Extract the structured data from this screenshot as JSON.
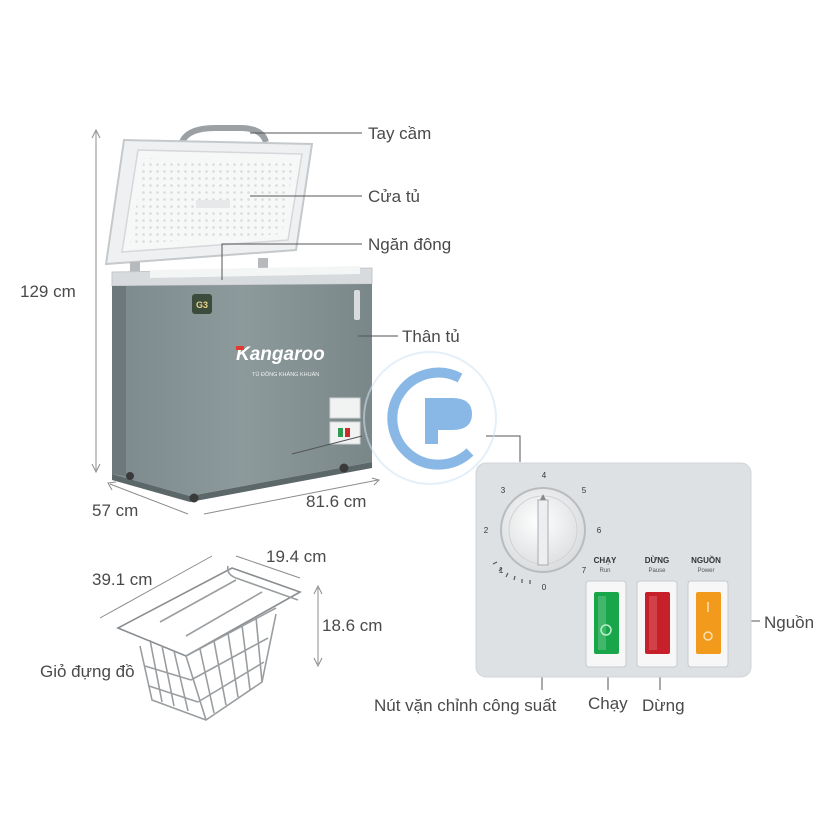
{
  "freezer": {
    "brand": "Kangaroo",
    "brand_subtitle": "TỦ ĐÔNG KHÁNG KHUẨN",
    "badge": "G3",
    "dimensions": {
      "height": "129 cm",
      "depth": "57 cm",
      "width": "81.6 cm"
    }
  },
  "callouts": {
    "handle": "Tay cầm",
    "door": "Cửa tủ",
    "compartment": "Ngăn đông",
    "body": "Thân tủ",
    "power": "Nguồn",
    "knob": "Nút vặn chỉnh công suất",
    "run": "Chạy",
    "stop": "Dừng"
  },
  "basket": {
    "label": "Giỏ đựng đồ",
    "length": "39.1 cm",
    "width": "19.4 cm",
    "height": "18.6 cm"
  },
  "control_panel": {
    "dial_numbers": [
      "0",
      "1",
      "2",
      "3",
      "4",
      "5",
      "6",
      "7"
    ],
    "run_label": "CHẠY",
    "run_sub": "Run",
    "stop_label": "DỪNG",
    "stop_sub": "Pause",
    "power_label": "NGUỒN",
    "power_sub": "Power",
    "colors": {
      "run": "#19a64a",
      "stop": "#c8202a",
      "power": "#f29a1c",
      "panel": "#dde1e4"
    }
  }
}
